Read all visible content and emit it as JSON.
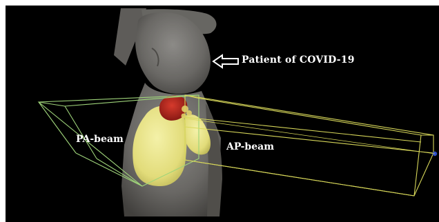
{
  "annotations": {
    "patient": "Patient of COVID-19",
    "pa_beam": "PA-beam",
    "ap_beam": "AP-beam"
  },
  "colors": {
    "background": "#000000",
    "body_phantom": "#8a8884",
    "lungs": "#e9e58a",
    "heart": "#b3231d",
    "pa_beam_outline": "#9fd47a",
    "ap_beam_outline": "#d8d85a",
    "beam_source_dot": "#2f4fc8",
    "arrow": "#ffffff"
  },
  "icons": {
    "pointer": "hollow-left-arrow-icon"
  }
}
